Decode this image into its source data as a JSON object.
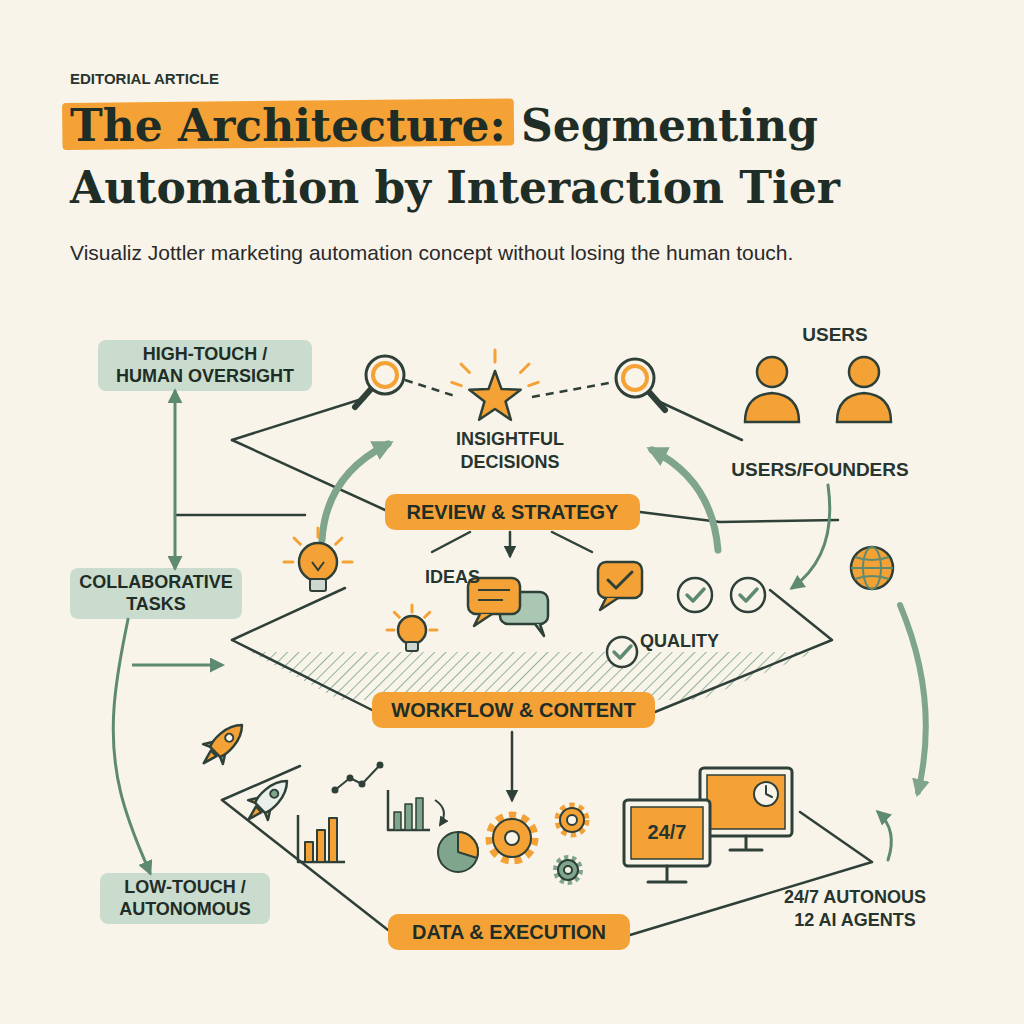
{
  "diagram": {
    "title": "The Architecture: Segmenting Automation by Interaction Tier",
    "caption": "Visualiz Jottler marketing automation concept without losing the human touch.",
    "nodes": [
      {
        "text": [
          "HIGH-TOUCH / HUMAN OVERSIGHT"
        ]
      },
      {
        "text": [
          "REVIEW & STRATEGY"
        ]
      },
      {
        "text": [
          "COLLABORATIVE TASKS"
        ]
      },
      {
        "text": [
          "WORKFLOW & CONTENT"
        ]
      },
      {
        "text": [
          "LOW-TOUCH / AUTONOMOUS"
        ]
      },
      {
        "text": [
          "DATA & EXECUTION"
        ]
      }
    ],
    "edges": [
      {
        "from": 0,
        "to": 2,
        "arrow": "both"
      },
      {
        "from": 2,
        "to": 4,
        "arrow": "to"
      }
    ],
    "labels": [
      "EDITORIAL ARTICLE",
      "INSIGHTFUL DECISIONS",
      "USERS",
      "USERS/FOUNDERS",
      "IDEAS",
      "QUALITY",
      "24/7",
      "24/7 AUTONOUS 12 AI AGENTS"
    ]
  }
}
